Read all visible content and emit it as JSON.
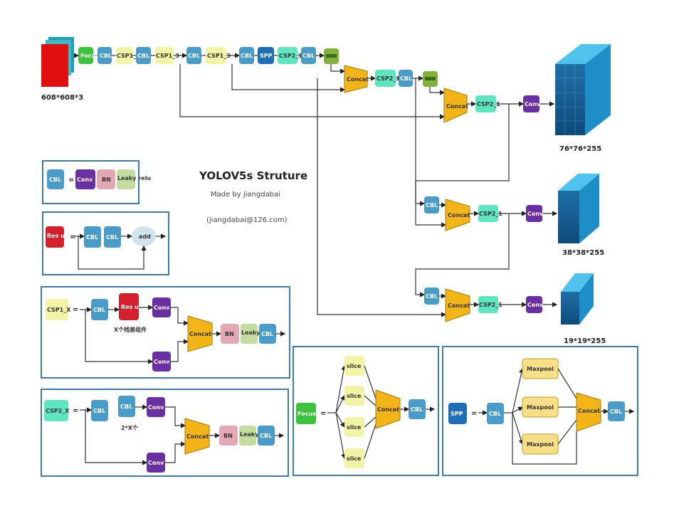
{
  "title": "YOLOV5s Struture",
  "author_line": "Made by jiangdabai",
  "email_line": "(jiangdabai@126.com)",
  "sizes": {
    "input": "608*608*3",
    "out1": "76*76*255",
    "out2": "38*38*255",
    "out3": "19*19*255"
  },
  "labels": {
    "focus": "Focus",
    "cbl": "CBL",
    "csp1_1": "CSP1_1",
    "csp1_3": "CSP1_3",
    "csp2_1": "CSP2_1",
    "spp": "SPP",
    "concat": "Concat",
    "conv": "Conv",
    "bn": "BN",
    "leaky": "Leaky relu",
    "res_unit": "Res unit",
    "add": "add",
    "csp1_x": "CSP1_X",
    "csp2_x": "CSP2_X",
    "slice": "slice",
    "maxpool": "Maxpool",
    "equals": "=",
    "x_res": "X个残差组件",
    "two_x": "2*X个"
  },
  "colors": {
    "cbl": "#4a9cc8",
    "csp": "#f3f3a6",
    "csp2": "#5de6c0",
    "conv": "#6b2fa4",
    "bn": "#e3a8b4",
    "leaky": "#c3dca0",
    "res": "#d4202a",
    "concat": "#f2b416",
    "focus": "#3cc23c",
    "spp": "#1e6fb8",
    "maxpool": "#f6df86",
    "upsample": "#7fb23a",
    "add": "#cfe3ec",
    "border": "#3c7ea8"
  }
}
